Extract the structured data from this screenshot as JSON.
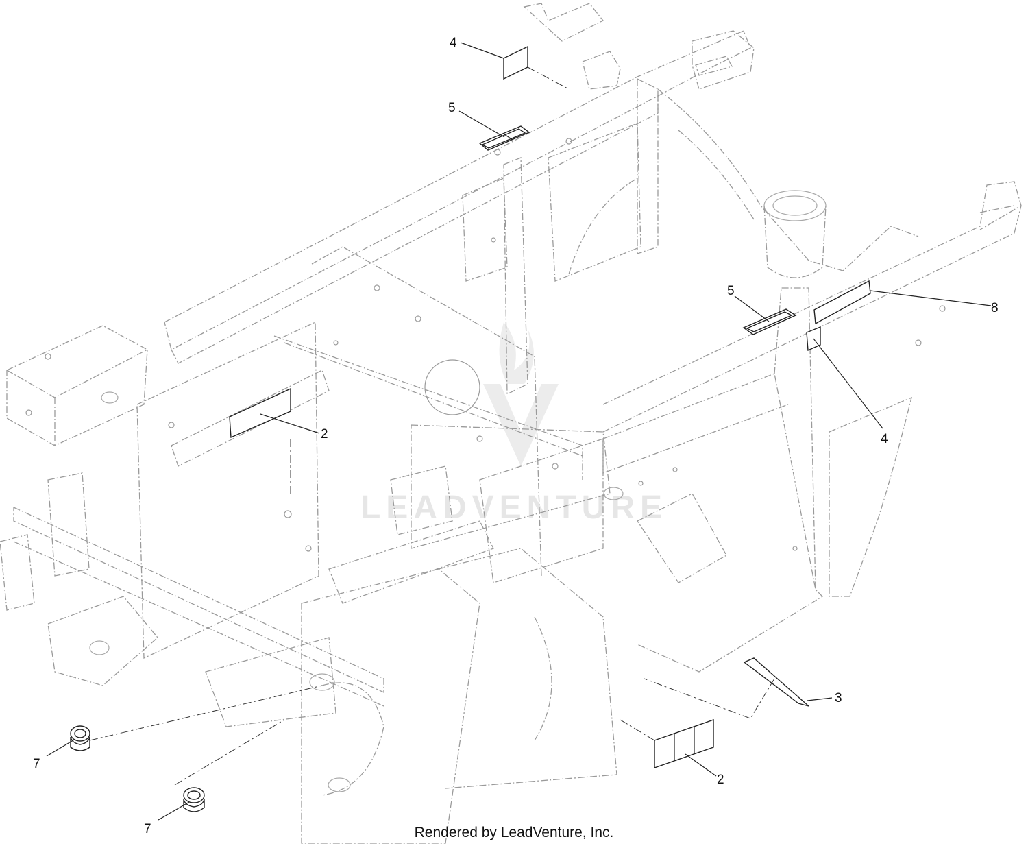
{
  "callouts": [
    {
      "id": "4a",
      "label": "4"
    },
    {
      "id": "5a",
      "label": "5"
    },
    {
      "id": "5b",
      "label": "5"
    },
    {
      "id": "8",
      "label": "8"
    },
    {
      "id": "4b",
      "label": "4"
    },
    {
      "id": "2a",
      "label": "2"
    },
    {
      "id": "3",
      "label": "3"
    },
    {
      "id": "2b",
      "label": "2"
    },
    {
      "id": "7a",
      "label": "7"
    },
    {
      "id": "7b",
      "label": "7"
    }
  ],
  "watermark": "LEADVENTURE",
  "credit": "Rendered by LeadVenture, Inc.",
  "colors": {
    "frame": "#9a9a9a",
    "part": "#222222",
    "watermark": "#e6e6e6"
  }
}
